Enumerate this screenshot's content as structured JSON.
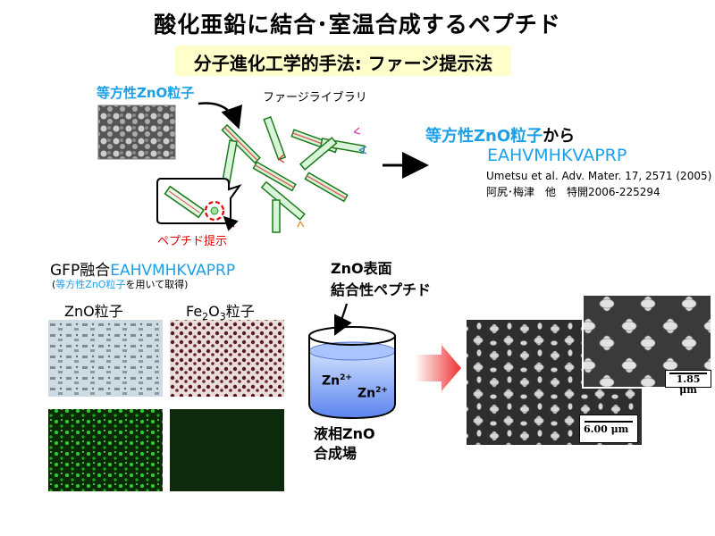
{
  "title": "酸化亜鉛に結合･室温合成するペプチド",
  "subtitle": "分子進化工学的手法: ファージ提示法",
  "top": {
    "zno_particle_label": "等方性ZnO粒子",
    "phage_library_label": "ファージライブラリ",
    "peptide_display_label": "ペプチド提示"
  },
  "result": {
    "line1_highlight": "等方性ZnO粒子",
    "line1_rest": "から",
    "sequence": "EAHVMHKVAPRP",
    "ref1": "Umetsu et al. Adv. Mater. 17, 2571 (2005)",
    "ref2": "阿尻･梅津　他　特開2006-225294"
  },
  "gfp": {
    "prefix": "GFP融合",
    "sequence": "EAHVMHKVAPRP",
    "note_open": "(",
    "note_highlight": "等方性ZnO粒子",
    "note_rest": "を用いて取得)",
    "zno_label": "ZnO粒子",
    "fe_label_a": "Fe",
    "fe_sub_a": "2",
    "fe_label_b": "O",
    "fe_sub_b": "3",
    "fe_label_c": "粒子"
  },
  "beaker": {
    "surface_line1": "ZnO表面",
    "surface_line2": "結合性ペプチド",
    "ion": "Zn",
    "ion_charge": "2+",
    "liquid_line1": "液相ZnO",
    "liquid_line2": "合成場"
  },
  "sem": {
    "scale_large": "1.85 μm",
    "scale_small": "6.00 μm"
  }
}
